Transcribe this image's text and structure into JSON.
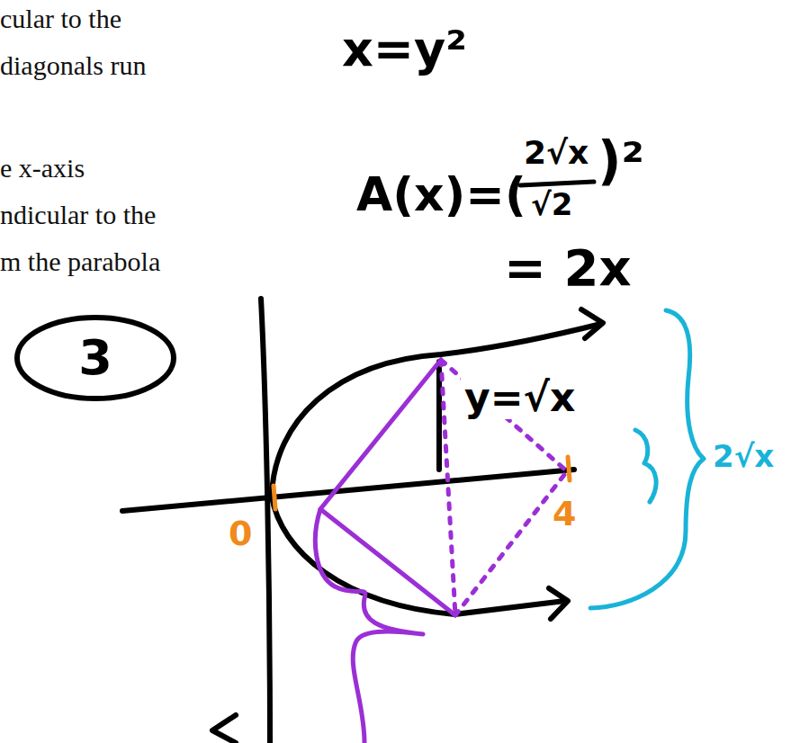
{
  "diagram": {
    "nodes": [
      {
        "text": [
          "3"
        ]
      }
    ],
    "labels": [
      "cular to the",
      "diagonals run",
      "e x-axis",
      "ndicular to the",
      "m the parabola",
      "x=y²",
      "A(x)=(",
      "2√x",
      "√2",
      ")²",
      "= 2x",
      "y=√x",
      "0",
      "4",
      "2√x"
    ]
  }
}
